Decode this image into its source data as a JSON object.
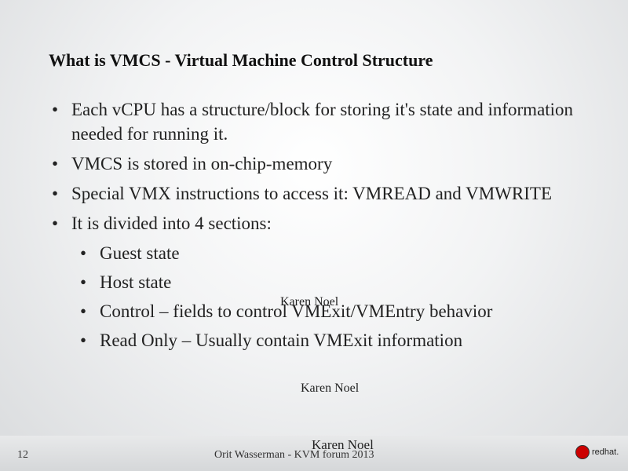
{
  "title": "What is VMCS - Virtual Machine Control Structure",
  "bullets": [
    "Each vCPU has a structure/block for storing it's state and information needed for running it.",
    "VMCS is stored in on-chip-memory",
    "Special VMX instructions to access it: VMREAD and VMWRITE",
    "It is divided into 4 sections:"
  ],
  "sub_bullets": [
    "Guest state",
    "Host state",
    "Control – fields to control VMExit/VMEntry behavior",
    "Read Only – Usually contain VMExit information"
  ],
  "annotations": [
    "Karen Noel",
    "Karen Noel",
    "Karen Noel"
  ],
  "footer": {
    "page_number": "12",
    "text": "Orit Wasserman - KVM forum 2013",
    "logo_text": "redhat."
  }
}
